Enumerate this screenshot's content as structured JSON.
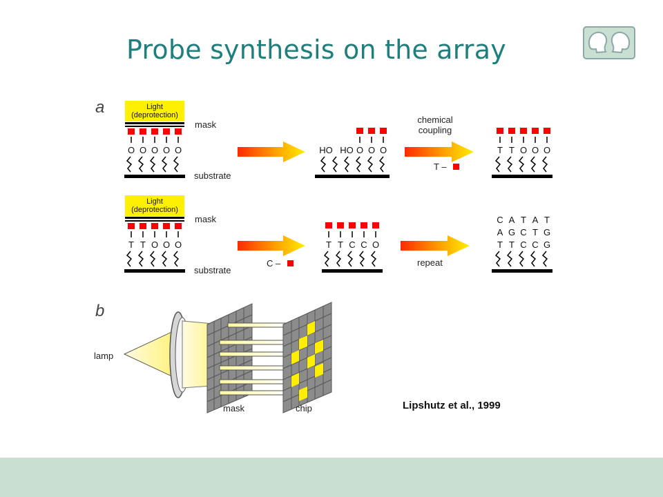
{
  "slide": {
    "title": "Probe synthesis on the array",
    "citation": "Lipshutz et al., 1999",
    "logo_icon": "twin-heads-logo-icon"
  },
  "colors": {
    "title": "#1f7f7c",
    "footer": "#c9dfd1",
    "light_box": "#fff000",
    "protect_group": "#ff0000",
    "arrow_start": "#ff2a00",
    "arrow_end": "#ffee00"
  },
  "panel_a": {
    "label": "a",
    "light_label_1": "Light",
    "light_label_2": "(deprotection)",
    "mask_label": "mask",
    "substrate_label": "substrate",
    "row1": {
      "start_bases": [
        "O",
        "O",
        "O",
        "O",
        "O"
      ],
      "mid_groups": [
        "HO",
        "HO",
        "O",
        "O",
        "O"
      ],
      "coupling_1": "chemical",
      "coupling_2": "coupling",
      "reagent": "T –",
      "end_bases": [
        "T",
        "T",
        "O",
        "O",
        "O"
      ]
    },
    "row2": {
      "start_bases": [
        "T",
        "T",
        "O",
        "O",
        "O"
      ],
      "reagent": "C –",
      "mid_bases": [
        "T",
        "T",
        "C",
        "C",
        "O"
      ],
      "repeat_label": "repeat",
      "final_top": [
        "C",
        "A",
        "T",
        "A",
        "T"
      ],
      "final_mid": [
        "A",
        "G",
        "C",
        "T",
        "G"
      ],
      "final_bot": [
        "T",
        "T",
        "C",
        "C",
        "G"
      ]
    }
  },
  "panel_b": {
    "label": "b",
    "lamp_label": "lamp",
    "mask_label": "mask",
    "chip_label": "chip"
  }
}
